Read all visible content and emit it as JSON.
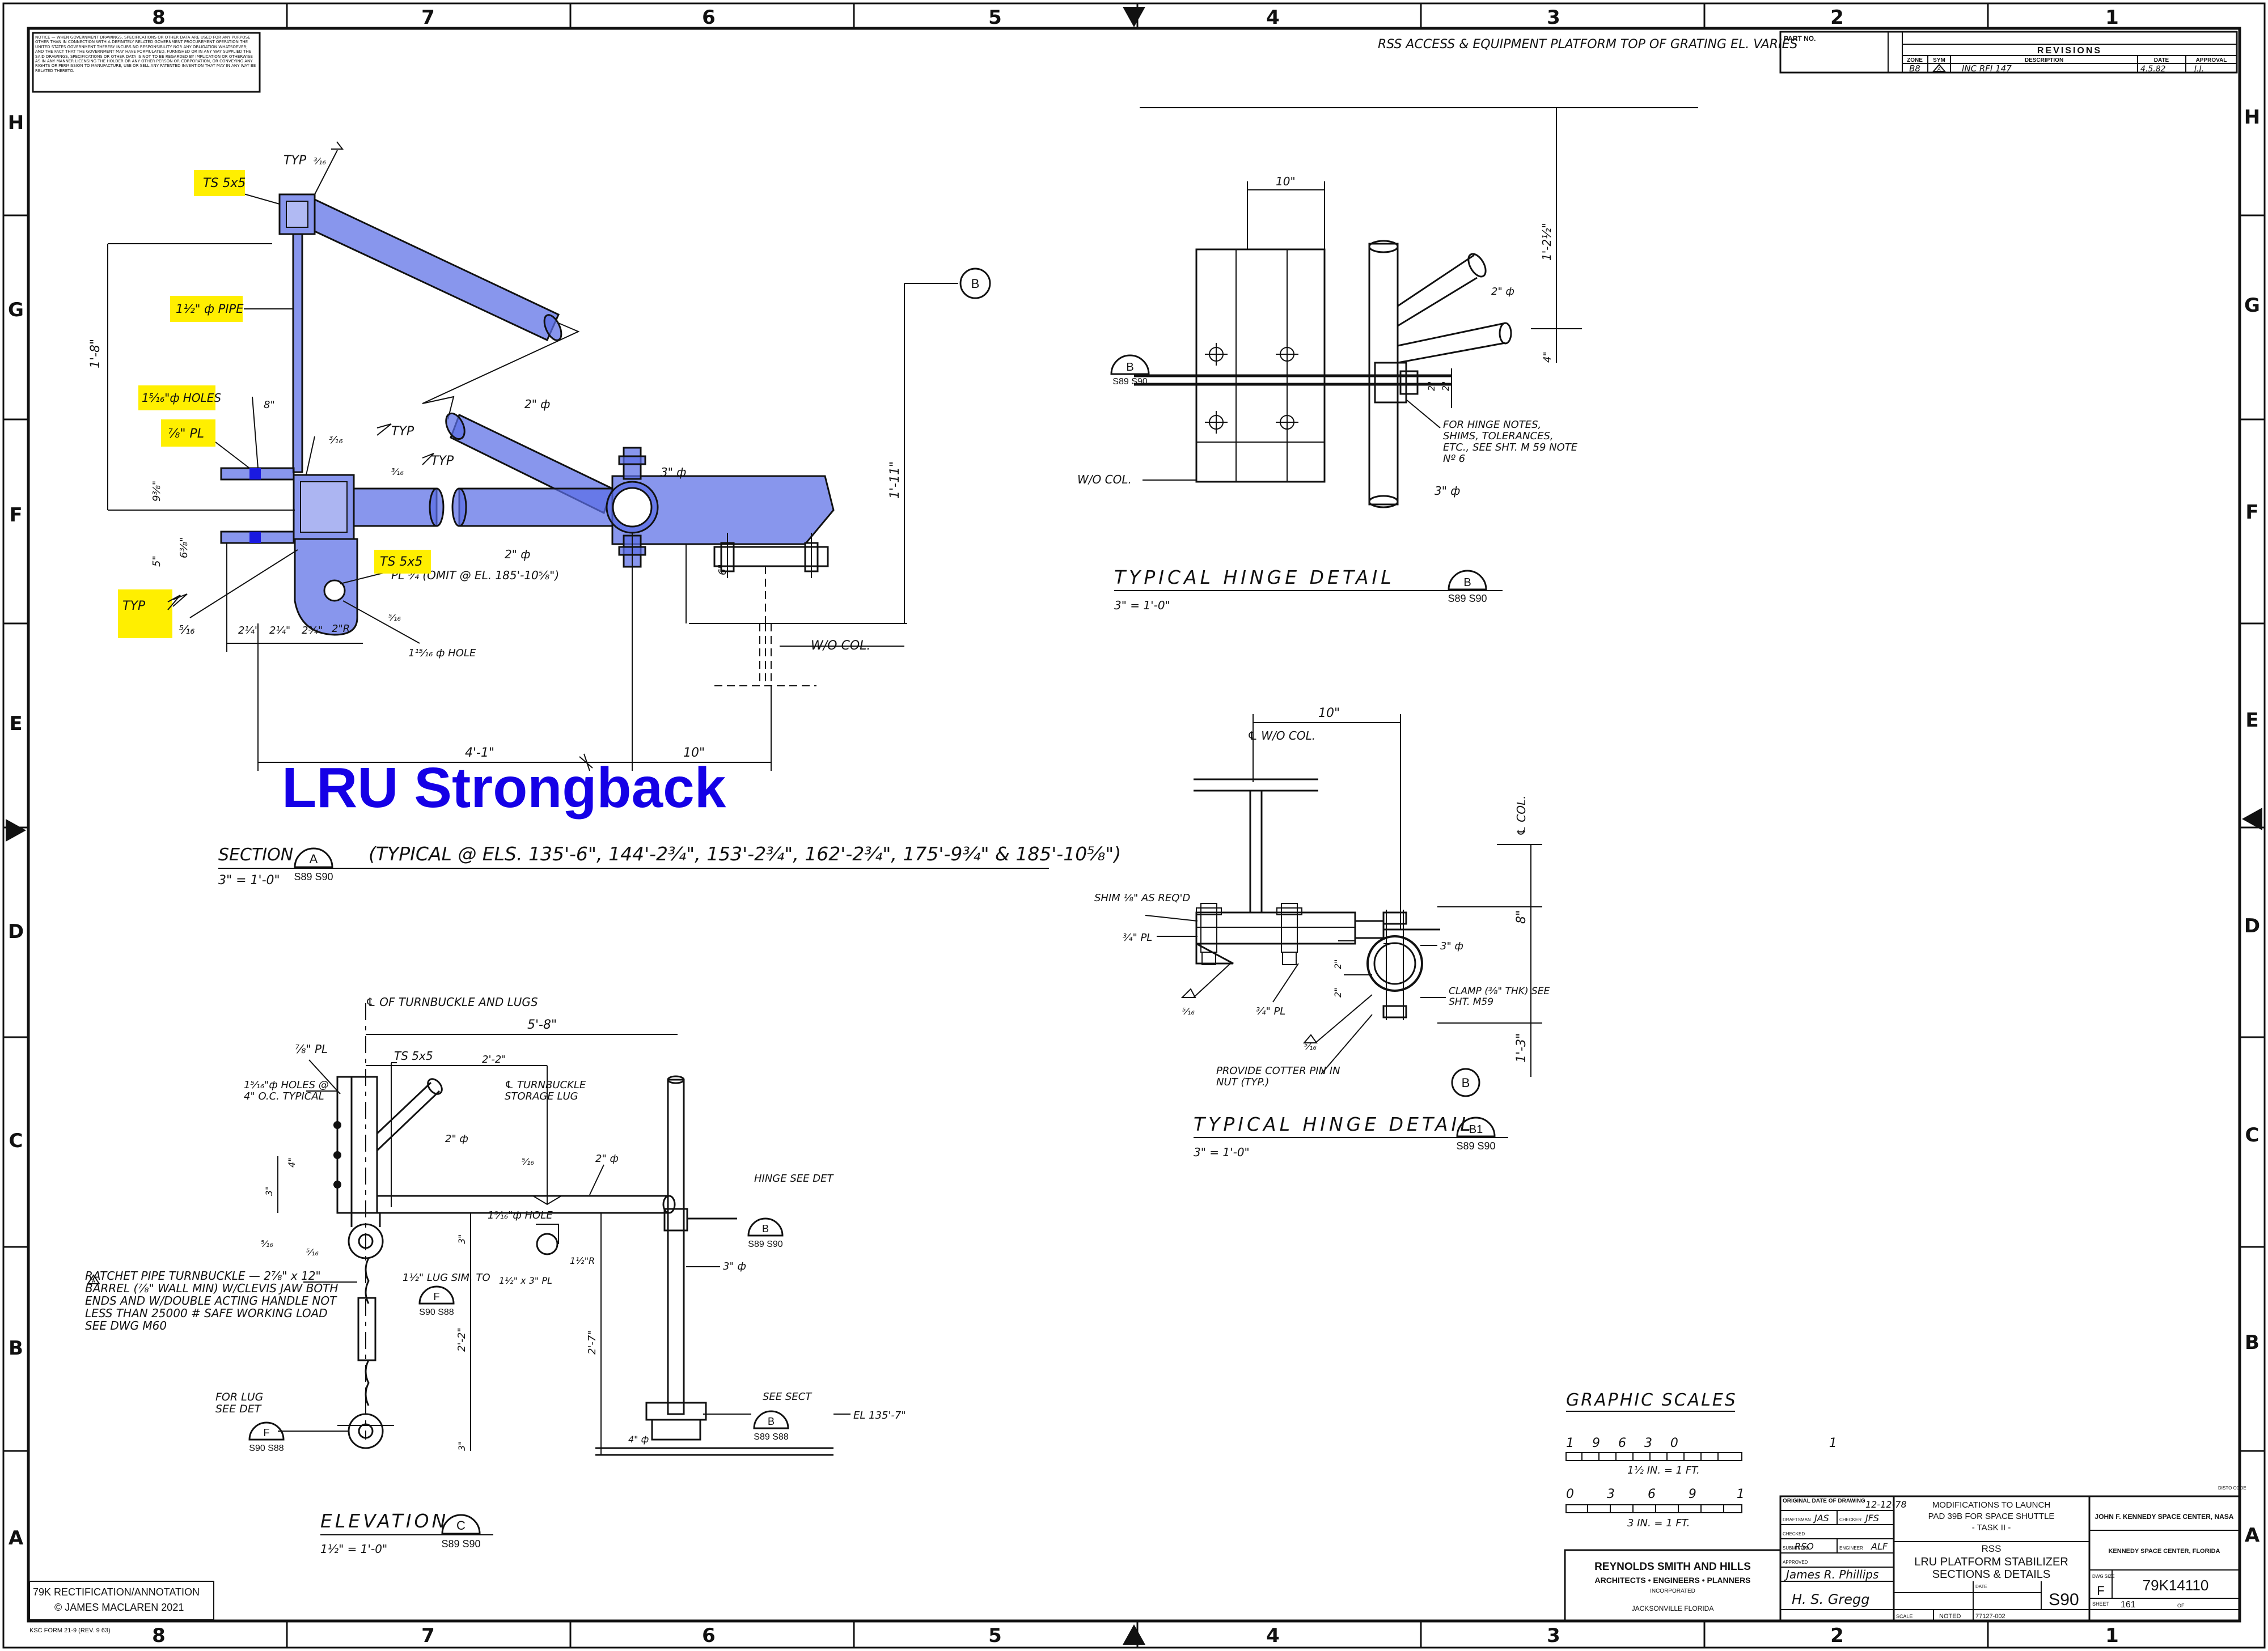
{
  "border": {
    "columns": [
      "8",
      "7",
      "6",
      "5",
      "4",
      "3",
      "2",
      "1"
    ],
    "rows": [
      "H",
      "G",
      "F",
      "E",
      "D",
      "C",
      "B",
      "A"
    ]
  },
  "notice_block": "NOTICE — WHEN GOVERNMENT DRAWINGS, SPECIFICATIONS OR OTHER DATA ARE USED FOR ANY PURPOSE OTHER THAN IN CONNECTION WITH A DEFINITELY RELATED GOVERNMENT PROCUREMENT OPERATION THE UNITED STATES GOVERNMENT THEREBY INCURS NO RESPONSIBILITY NOR ANY OBLIGATION WHATSOEVER; AND THE FACT THAT THE GOVERNMENT MAY HAVE FORMULATED, FURNISHED OR IN ANY WAY SUPPLIED THE SAID DRAWINGS, SPECIFICATIONS OR OTHER DATA IS NOT TO BE REGARDED BY IMPLICATION OR OTHERWISE AS IN ANY MANNER LICENSING THE HOLDER OR ANY OTHER PERSON OR CORPORATION, OR CONVEYING ANY RIGHTS OR PERMISSION TO MANUFACTURE, USE OR SELL ANY PATENTED INVENTION THAT MAY IN ANY WAY BE RELATED THERETO.",
  "revisions": {
    "part_no_label": "PART NO.",
    "header": "REVISIONS",
    "columns": [
      "ZONE",
      "SYM",
      "DESCRIPTION",
      "DATE",
      "APPROVAL"
    ],
    "row": {
      "zone": "B8",
      "sym": "A",
      "description": "INC RFI 147",
      "date": "4.5.82",
      "approval": "J.J."
    }
  },
  "annotation_title": "LRU Strongback",
  "section_a": {
    "labels": {
      "tss": "TS 5x5",
      "pipe": "1½\" ф PIPE",
      "holes": "1⁵⁄₁₆\"ф HOLES",
      "plate": "⁷⁄₈\" PL",
      "ts_lower": "TS 5x5",
      "typ": "TYP",
      "typ_top": "TYP",
      "typ_mid": "TYP",
      "typ_mid2": "TYP",
      "weld_316": "³⁄₁₆",
      "weld_516": "⁵⁄₁₆",
      "pl34": "PL ¾ (OMIT @ EL. 185'-10⅝\")",
      "hole_lower": "1¹⁵⁄₁₆ ф HOLE",
      "pipe2_a": "2\" ф",
      "pipe2_b": "2\" ф",
      "pipe3": "3\" ф",
      "wo_col": "W/O COL.",
      "b_marker": "B",
      "dim_1_8": "1'-8\"",
      "dim_1_11": "1'-11\"",
      "dim_4_1": "4'-1\"",
      "dim_10": "10\"",
      "dim_114": "2¼\"",
      "dim_214": "2¼\"",
      "dim_234": "2¾\"",
      "dim_2r": "2\"R",
      "dim_5": "5\"",
      "dim_96": "9⅜\"",
      "dim_68": "6⅜\"",
      "dim_8": "8\"",
      "dim_6": "6\""
    },
    "caption": "SECTION",
    "caption_detail": "(TYPICAL @ ELS. 135'-6\", 144'-2¾\", 153'-2¾\", 162'-2¾\", 175'-9¾\" & 185'-10⅝\")",
    "callout_letter": "A",
    "callout_sheets": "S89  S90",
    "scale": "3\" = 1'-0\""
  },
  "hinge_detail_top": {
    "note_top": "RSS ACCESS & EQUIPMENT PLATFORM TOP OF GRATING EL. VARIES",
    "dim_10": "10\"",
    "dim_1_2": "1'-2½\"",
    "dim_4": "4\"",
    "dim_2a": "2\"",
    "dim_2b": "2\"",
    "pipe2": "2\" ф",
    "pipe3": "3\" ф",
    "wo_col": "W/O COL.",
    "hinge_note": "FOR HINGE NOTES, SHIMS, TOLERANCES, ETC., SEE SHT. M 59 NOTE Nº 6",
    "callout_letter": "B",
    "callout_sheets": "S89  S90",
    "caption": "TYPICAL HINGE DETAIL",
    "scale": "3\" = 1'-0\""
  },
  "hinge_detail_b1": {
    "dim_10": "10\"",
    "cl_wo_col": "℄ W/O COL.",
    "cl_col": "℄ COL.",
    "shim": "SHIM ⅛\" AS REQ'D",
    "pl_a": "¾\" PL",
    "pl_b": "¾\" PL",
    "weld_a": "⁵⁄₁₆",
    "weld_b": "⁵⁄₁₆",
    "pipe3": "3\" ф",
    "clamp": "CLAMP (⅜\" THK) SEE SHT. M59",
    "cotter": "PROVIDE COTTER PIN IN NUT (TYP.)",
    "dim_8": "8\"",
    "dim_1_3": "1'-3\"",
    "dim_2": "2\"",
    "dim_2b": "2\"",
    "b_marker": "B",
    "callout_letter": "B1",
    "callout_sheets": "S89  S90",
    "caption": "TYPICAL HINGE DETAIL",
    "scale": "3\" = 1'-0\""
  },
  "elevation": {
    "cl_turnbuckle": "℄ OF TURNBUCKLE AND LUGS",
    "dim_5_8": "5'-8\"",
    "pl_78": "⅞\" PL",
    "ts": "TS 5x5",
    "dim_2_2": "2'-2\"",
    "storage": "℄ TURNBUCKLE STORAGE LUG",
    "holes": "1⁵⁄₁₆\"ф HOLES @ 4\" O.C. TYPICAL",
    "pipe2a": "2\" ф",
    "pipe2b": "2\" ф",
    "weld": "⁵⁄₁₆",
    "weld2": "⁵⁄₁₆",
    "weld3": "⁵⁄₁₆",
    "hinge": "HINGE SEE DET",
    "hinge_sheets": "S89  S90",
    "hinge_letter": "B",
    "hole": "1⁹⁄₁₆\"ф HOLE",
    "pipe3": "3\" ф",
    "lug": "1½\" LUG SIM. TO",
    "lug_letter": "F",
    "lug_sheets": "S90  S88",
    "r": "1½\"R",
    "lug_size": "1½\" x 3\" PL",
    "ratchet": "RATCHET PIPE TURNBUCKLE — 2⅞\" x 12\" BARREL (⅞\" WALL MIN) W/CLEVIS JAW BOTH ENDS AND W/DOUBLE ACTING HANDLE NOT LESS THAN 25000 # SAFE WORKING LOAD SEE DWG M60",
    "ratchet_delta": "A",
    "for_lug": "FOR LUG SEE DET",
    "for_lug_letter": "F",
    "for_lug_sheets": "S90  S88",
    "see_sect": "SEE SECT",
    "see_sect_letter": "B",
    "see_sect_sheets": "S89  S88",
    "el": "EL 135'-7\"",
    "pipe4": "4\" ф",
    "dim_2_7": "2'-7\"",
    "dim_2_2b": "2'-2\"",
    "dim_3": "3\"",
    "dim_3b": "3\"",
    "dim_4": "4\"",
    "dim_3c": "3\"",
    "caption": "ELEVATION",
    "callout_letter": "C",
    "callout_sheets": "S89  S90",
    "scale": "1½\" = 1'-0\""
  },
  "graphic_scales": {
    "title": "GRAPHIC SCALES",
    "scale1_ticks": "1  9  6  3  0                    1",
    "scale1_label": "1½ IN. = 1 FT.",
    "scale2_ticks": "0    3    6    9     1",
    "scale2_label": "3 IN. = 1 FT."
  },
  "title_block": {
    "orig_date_label": "ORIGINAL DATE OF DRAWING",
    "orig_date": "12-12-78",
    "drafted_label": "DRAFTSMAN",
    "drafted": "JAS",
    "checked_label": "CHECKER",
    "checked": "JFS",
    "checked2_label": "CHECKED",
    "checked2": "RSO",
    "engineer_label": "ENGINEER",
    "engineer": "ALF",
    "submitted_label": "SUBMITTED",
    "approved_label": "APPROVED",
    "signature1": "James R. Phillips",
    "signature2": "H. S. Gregg",
    "mod_line1": "MODIFICATIONS TO LAUNCH",
    "mod_line2": "PAD 39B FOR SPACE SHUTTLE",
    "mod_line3": "- TASK II -",
    "rss": "RSS",
    "title1": "LRU PLATFORM STABILIZER",
    "title2": "SECTIONS & DETAILS",
    "firm1": "REYNOLDS SMITH AND HILLS",
    "firm2": "ARCHITECTS • ENGINEERS • PLANNERS",
    "firm3": "INCORPORATED",
    "firm4": "JACKSONVILLE FLORIDA",
    "agency1": "JOHN F. KENNEDY SPACE CENTER, NASA",
    "agency2": "KENNEDY SPACE CENTER, FLORIDA",
    "sheet_code": "S90",
    "dwg_size_label": "DWG SIZE",
    "dwg_size": "F",
    "dwg_no": "79K14110",
    "date_label": "DATE",
    "scale_label": "SCALE",
    "scale": "NOTED",
    "job": "77127-002",
    "sheet_label": "SHEET",
    "sheet": "161",
    "of_label": "OF",
    "disto_code": "DISTO CODE"
  },
  "credit": {
    "line1": "79K RECTIFICATION/ANNOTATION",
    "line2": "© JAMES MACLAREN 2021"
  },
  "form_no": "KSC FORM 21-9 (REV. 9 63)"
}
